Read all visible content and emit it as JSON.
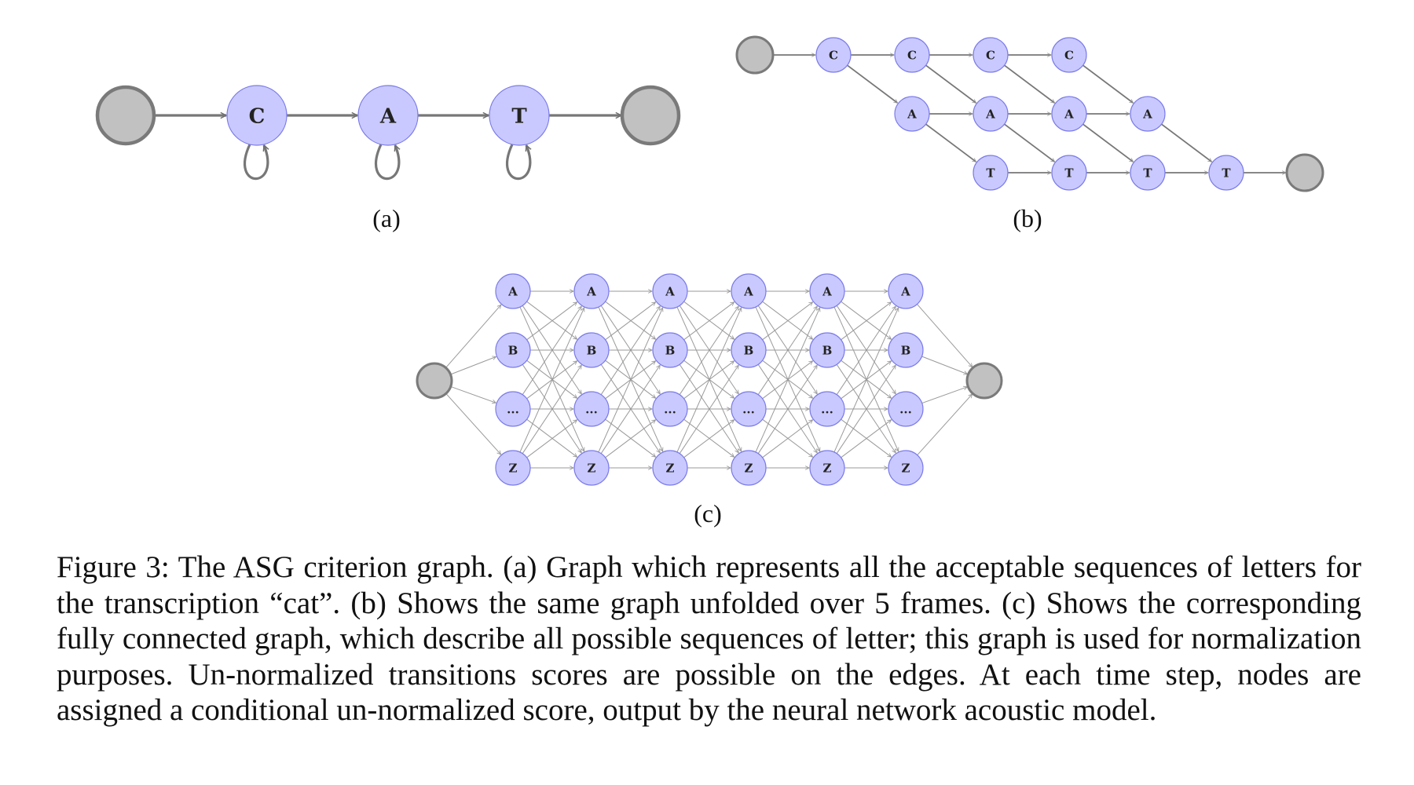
{
  "panel_a": {
    "label": "(a)",
    "nodes": [
      "",
      "C",
      "A",
      "T",
      ""
    ]
  },
  "panel_b": {
    "label": "(b)",
    "rows": [
      [
        "C",
        "C",
        "C",
        "C"
      ],
      [
        "A",
        "A",
        "A",
        "A"
      ],
      [
        "T",
        "T",
        "T",
        "T"
      ]
    ]
  },
  "panel_c": {
    "label": "(c)",
    "row_labels": [
      "A",
      "B",
      "...",
      "Z"
    ],
    "frames": 6
  },
  "caption": "Figure 3:  The ASG criterion graph. (a) Graph which represents all the acceptable sequences of letters for the transcription “cat”. (b) Shows the same graph unfolded over 5 frames. (c) Shows the corresponding fully connected graph, which describe all possible sequences of letter; this graph is used for normalization purposes. Un-normalized transitions scores are possible on the edges. At each time step, nodes are assigned a conditional un-normalized score, output by the neural network acoustic model.",
  "colors": {
    "node_fill": "#c9c9ff",
    "node_stroke": "#7b7bea",
    "terminal_fill": "#c1c1c1",
    "terminal_stroke": "#7a7a7a",
    "edge": "#777777"
  }
}
